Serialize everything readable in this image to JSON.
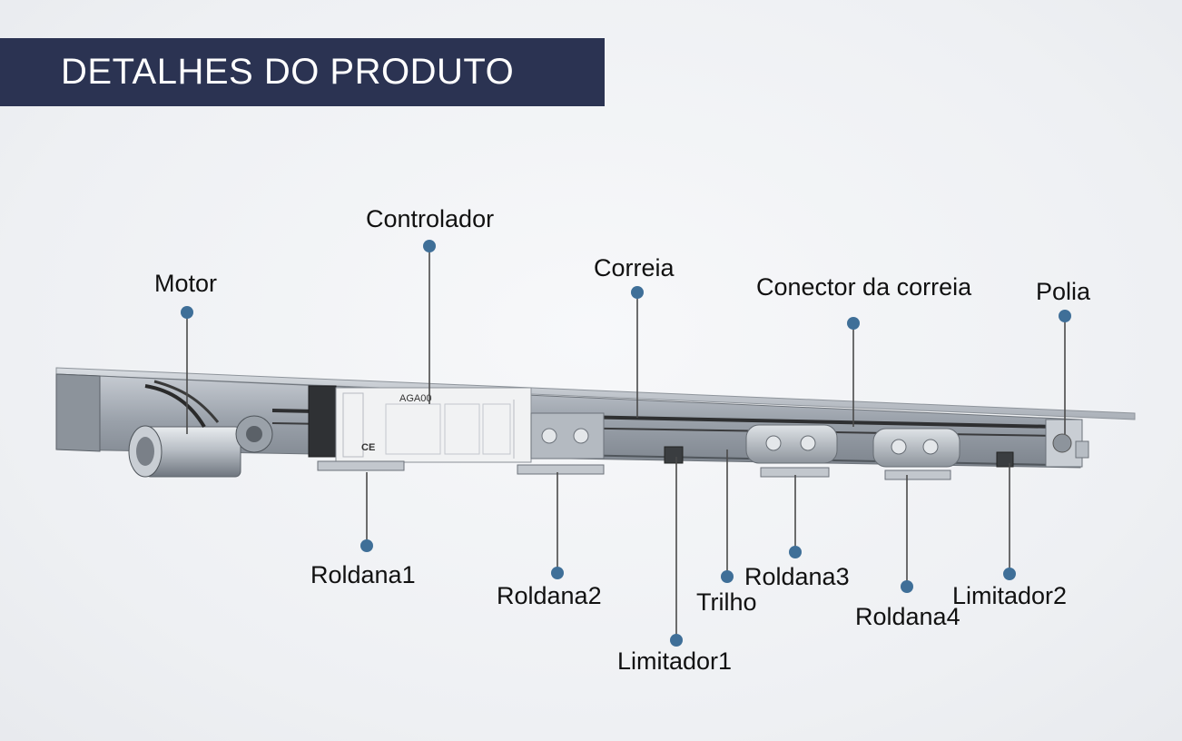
{
  "header": {
    "title": "DETALHES DO PRODUTO"
  },
  "device": {
    "model_label": "AGA00",
    "ce_mark": "CE"
  },
  "colors": {
    "banner": "#2b3352",
    "dot": "#3f6f98",
    "line": "#4a4a4a"
  },
  "callouts": [
    {
      "id": "motor",
      "label": "Motor"
    },
    {
      "id": "controlador",
      "label": "Controlador"
    },
    {
      "id": "correia",
      "label": "Correia"
    },
    {
      "id": "conector",
      "label": "Conector da correia"
    },
    {
      "id": "polia",
      "label": "Polia"
    },
    {
      "id": "roldana1",
      "label": "Roldana1"
    },
    {
      "id": "roldana2",
      "label": "Roldana2"
    },
    {
      "id": "limitador1",
      "label": "Limitador1"
    },
    {
      "id": "trilho",
      "label": "Trilho"
    },
    {
      "id": "roldana3",
      "label": "Roldana3"
    },
    {
      "id": "roldana4",
      "label": "Roldana4"
    },
    {
      "id": "limitador2",
      "label": "Limitador2"
    }
  ]
}
